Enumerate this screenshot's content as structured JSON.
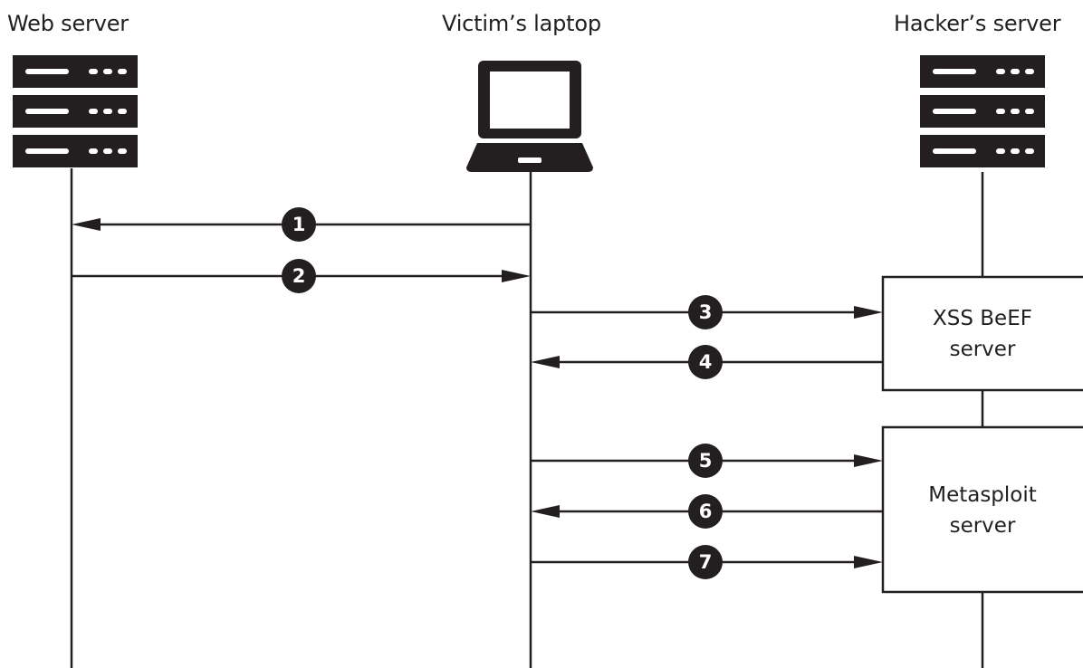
{
  "participants": {
    "web_server": "Web server",
    "victim_laptop": "Victim’s laptop",
    "hacker_server": "Hacker’s server"
  },
  "boxes": {
    "beef": {
      "line1": "XSS BeEF",
      "line2": "server"
    },
    "metasploit": {
      "line1": "Metasploit",
      "line2": "server"
    }
  },
  "messages": [
    {
      "step": "1",
      "from": "victim_laptop",
      "to": "web_server"
    },
    {
      "step": "2",
      "from": "web_server",
      "to": "victim_laptop"
    },
    {
      "step": "3",
      "from": "victim_laptop",
      "to": "beef"
    },
    {
      "step": "4",
      "from": "beef",
      "to": "victim_laptop"
    },
    {
      "step": "5",
      "from": "victim_laptop",
      "to": "metasploit"
    },
    {
      "step": "6",
      "from": "metasploit",
      "to": "victim_laptop"
    },
    {
      "step": "7",
      "from": "victim_laptop",
      "to": "metasploit"
    }
  ],
  "colors": {
    "ink": "#231f20",
    "background": "#ffffff"
  }
}
